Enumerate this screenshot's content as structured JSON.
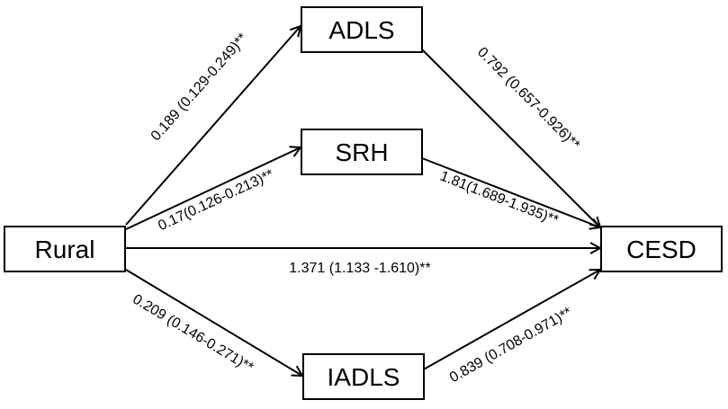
{
  "nodes": {
    "rural": "Rural",
    "adls": "ADLS",
    "srh": "SRH",
    "iadls": "IADLS",
    "cesd": "CESD"
  },
  "edges": {
    "rural_adls": "0.189 (0.129-0.249)**",
    "rural_srh": "0.17(0.126-0.213)**",
    "rural_cesd": "1.371 (1.133 -1.610)**",
    "rural_iadls": "0.209 (0.146-0.271)**",
    "adls_cesd": "0.792 (0.657-0.926)**",
    "srh_cesd": "1.81(1.689-1.935)**",
    "iadls_cesd": "0.839 (0.708-0.971)**"
  }
}
